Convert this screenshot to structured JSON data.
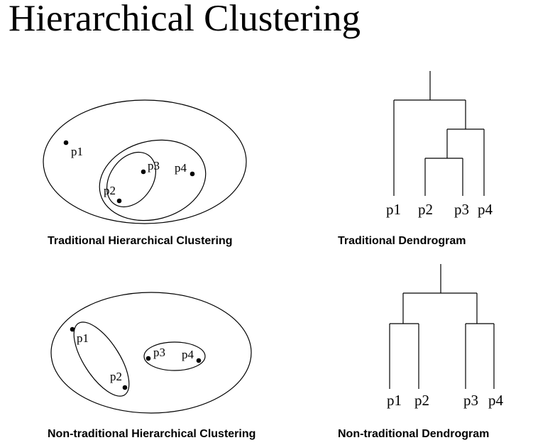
{
  "title": "Hierarchical Clustering",
  "panels": {
    "trad_clustering": {
      "caption": "Traditional Hierarchical Clustering",
      "points": [
        "p1",
        "p2",
        "p3",
        "p4"
      ]
    },
    "trad_dendrogram": {
      "caption": "Traditional Dendrogram",
      "leaves": [
        "p1",
        "p2",
        "p3",
        "p4"
      ]
    },
    "nontrad_clustering": {
      "caption": "Non-traditional Hierarchical Clustering",
      "points": [
        "p1",
        "p2",
        "p3",
        "p4"
      ]
    },
    "nontrad_dendrogram": {
      "caption": "Non-traditional Dendrogram",
      "leaves": [
        "p1",
        "p2",
        "p3",
        "p4"
      ]
    }
  }
}
